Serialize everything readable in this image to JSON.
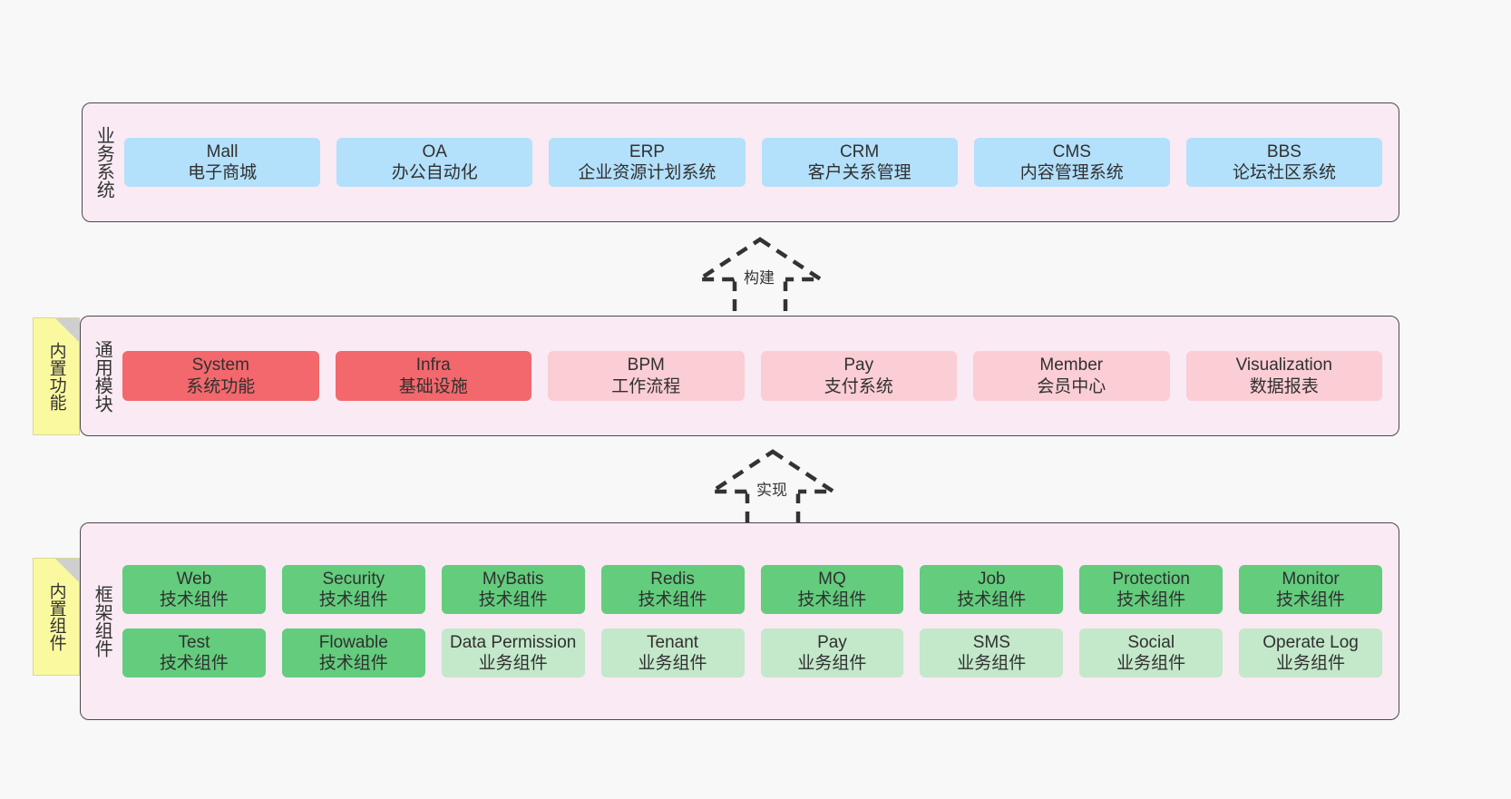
{
  "diagram": {
    "background_color": "#f8f8f8",
    "panel_color": "#f9eaf4",
    "panel_border_color": "#4a4a4a",
    "note_color": "#fbf9a0",
    "colors": {
      "blue": "#b3e0fb",
      "red_strong": "#f2686c",
      "red_light": "#fbcdd4",
      "green_strong": "#63cc7d",
      "green_light": "#c3e8ca"
    }
  },
  "layers": [
    {
      "id": "business-systems",
      "title": "业务系统",
      "rows": [
        {
          "cards": [
            {
              "en": "Mall",
              "cn": "电子商城",
              "color": "blue"
            },
            {
              "en": "OA",
              "cn": "办公自动化",
              "color": "blue"
            },
            {
              "en": "ERP",
              "cn": "企业资源计划系统",
              "color": "blue"
            },
            {
              "en": "CRM",
              "cn": "客户关系管理",
              "color": "blue"
            },
            {
              "en": "CMS",
              "cn": "内容管理系统",
              "color": "blue"
            },
            {
              "en": "BBS",
              "cn": "论坛社区系统",
              "color": "blue"
            }
          ]
        }
      ]
    },
    {
      "id": "common-modules",
      "title": "通用模块",
      "note": "内置功能",
      "rows": [
        {
          "cards": [
            {
              "en": "System",
              "cn": "系统功能",
              "color": "red_strong"
            },
            {
              "en": "Infra",
              "cn": "基础设施",
              "color": "red_strong"
            },
            {
              "en": "BPM",
              "cn": "工作流程",
              "color": "red_light"
            },
            {
              "en": "Pay",
              "cn": "支付系统",
              "color": "red_light"
            },
            {
              "en": "Member",
              "cn": "会员中心",
              "color": "red_light"
            },
            {
              "en": "Visualization",
              "cn": "数据报表",
              "color": "red_light"
            }
          ]
        }
      ]
    },
    {
      "id": "framework-components",
      "title": "框架组件",
      "note": "内置组件",
      "rows": [
        {
          "cards": [
            {
              "en": "Web",
              "cn": "技术组件",
              "color": "green_strong"
            },
            {
              "en": "Security",
              "cn": "技术组件",
              "color": "green_strong"
            },
            {
              "en": "MyBatis",
              "cn": "技术组件",
              "color": "green_strong"
            },
            {
              "en": "Redis",
              "cn": "技术组件",
              "color": "green_strong"
            },
            {
              "en": "MQ",
              "cn": "技术组件",
              "color": "green_strong"
            },
            {
              "en": "Job",
              "cn": "技术组件",
              "color": "green_strong"
            },
            {
              "en": "Protection",
              "cn": "技术组件",
              "color": "green_strong"
            },
            {
              "en": "Monitor",
              "cn": "技术组件",
              "color": "green_strong"
            }
          ]
        },
        {
          "cards": [
            {
              "en": "Test",
              "cn": "技术组件",
              "color": "green_strong"
            },
            {
              "en": "Flowable",
              "cn": "技术组件",
              "color": "green_strong"
            },
            {
              "en": "Data Permission",
              "cn": "业务组件",
              "color": "green_light"
            },
            {
              "en": "Tenant",
              "cn": "业务组件",
              "color": "green_light"
            },
            {
              "en": "Pay",
              "cn": "业务组件",
              "color": "green_light"
            },
            {
              "en": "SMS",
              "cn": "业务组件",
              "color": "green_light"
            },
            {
              "en": "Social",
              "cn": "业务组件",
              "color": "green_light"
            },
            {
              "en": "Operate Log",
              "cn": "业务组件",
              "color": "green_light"
            }
          ]
        }
      ]
    }
  ],
  "connectors": [
    {
      "id": "build",
      "label": "构建"
    },
    {
      "id": "implement",
      "label": "实现"
    }
  ]
}
